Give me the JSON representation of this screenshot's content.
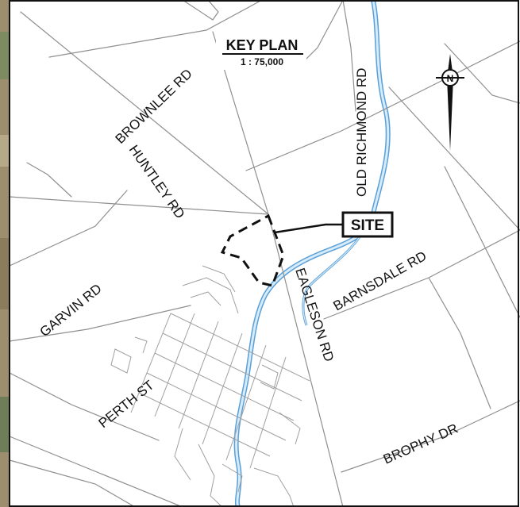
{
  "title": "KEY PLAN",
  "scale": "1 : 75,000",
  "site_label": "SITE",
  "north_letter": "N",
  "roads": {
    "brownlee": "BROWNLEE RD",
    "huntley": "HUNTLEY RD",
    "old_richmond": "OLD RICHMOND RD",
    "garvin": "GARVIN RD",
    "barnsdale": "BARNSDALE RD",
    "eagleson": "EAGLESON RD",
    "perth": "PERTH ST",
    "brophy": "BROPHY DR"
  },
  "colors": {
    "background": "#ffffff",
    "river_fill": "#d6ecfb",
    "river_edge": "#5b9fd6",
    "road": "#8f8f8f",
    "site_outline": "#111111",
    "frame": "#111111"
  }
}
